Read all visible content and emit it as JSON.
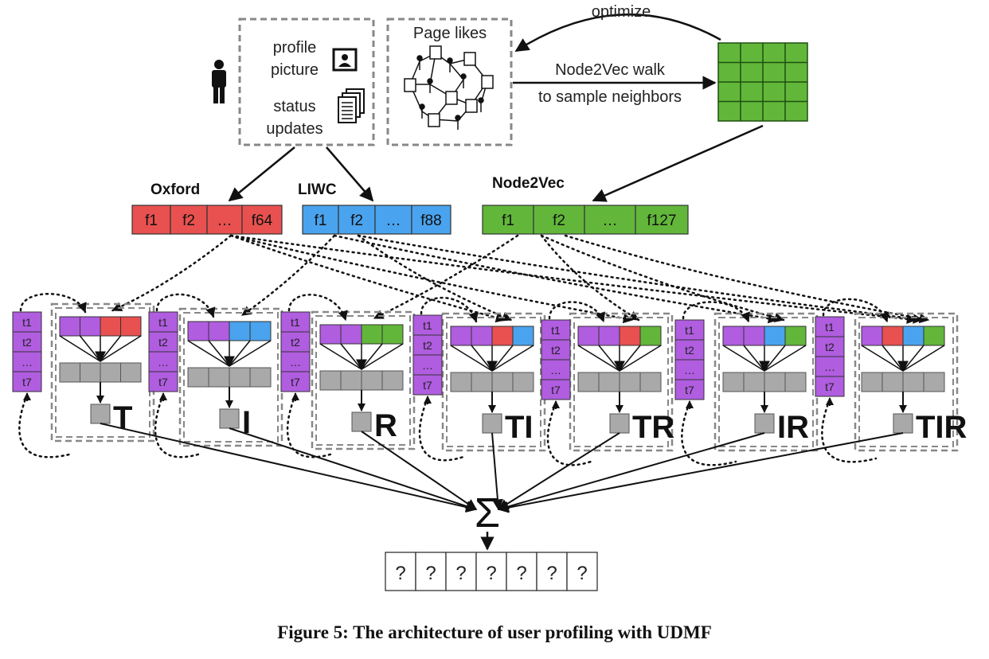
{
  "inputs": {
    "profile_picture": [
      "profile",
      "picture"
    ],
    "status_updates": [
      "status",
      "updates"
    ],
    "page_likes_title": "Page likes"
  },
  "arrows": {
    "optimize": "optimize",
    "walk": [
      "Node2Vec walk",
      "to sample neighbors"
    ]
  },
  "feature_groups": [
    {
      "title": "Oxford",
      "color": "#e8514f",
      "cells": [
        "f1",
        "f2",
        "…",
        "f64"
      ]
    },
    {
      "title": "LIWC",
      "color": "#4aa3ee",
      "cells": [
        "f1",
        "f2",
        "…",
        "f88"
      ]
    },
    {
      "title": "Node2Vec",
      "color": "#62b73a",
      "cells": [
        "f1",
        "f2",
        "…",
        "f127"
      ]
    }
  ],
  "time_steps": [
    "t1",
    "t2",
    "…",
    "t7"
  ],
  "modules": [
    {
      "label": "T",
      "segments": [
        "#b05de0",
        "#b05de0",
        "#e8514f",
        "#e8514f"
      ]
    },
    {
      "label": "I",
      "segments": [
        "#b05de0",
        "#b05de0",
        "#4aa3ee",
        "#4aa3ee"
      ]
    },
    {
      "label": "R",
      "segments": [
        "#b05de0",
        "#b05de0",
        "#62b73a",
        "#62b73a"
      ]
    },
    {
      "label": "TI",
      "segments": [
        "#b05de0",
        "#b05de0",
        "#e8514f",
        "#4aa3ee"
      ]
    },
    {
      "label": "TR",
      "segments": [
        "#b05de0",
        "#b05de0",
        "#e8514f",
        "#62b73a"
      ]
    },
    {
      "label": "IR",
      "segments": [
        "#b05de0",
        "#b05de0",
        "#4aa3ee",
        "#62b73a"
      ]
    },
    {
      "label": "TIR",
      "segments": [
        "#b05de0",
        "#e8514f",
        "#4aa3ee",
        "#62b73a"
      ]
    }
  ],
  "sum_symbol": "Σ",
  "outputs": [
    "?",
    "?",
    "?",
    "?",
    "?",
    "?",
    "?"
  ],
  "caption": "Figure 5: The architecture of user profiling with UDMF",
  "colors": {
    "purple": "#b05de0",
    "red": "#e8514f",
    "blue": "#4aa3ee",
    "green": "#62b73a",
    "gray": "#a9a9a9",
    "dashed_border": "#888888"
  }
}
